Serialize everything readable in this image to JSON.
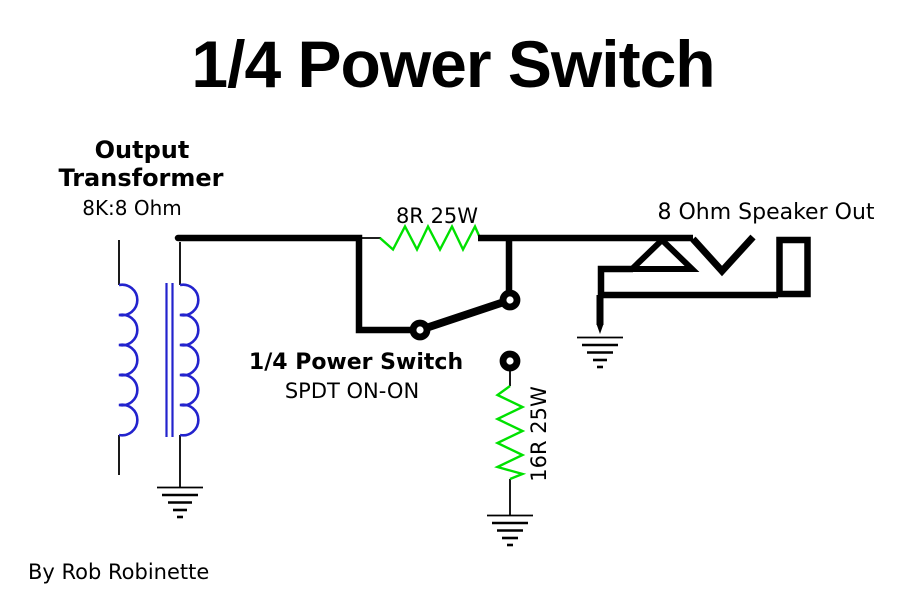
{
  "page": {
    "title": "1/4 Power Switch",
    "author_credit": "By Rob Robinette"
  },
  "transformer": {
    "label_line1": "Output",
    "label_line2": "Transformer",
    "spec": "8K:8 Ohm"
  },
  "bypass_resistor": {
    "label": "8R 25W"
  },
  "load_resistor": {
    "label": "16R 25W"
  },
  "power_switch": {
    "label": "1/4 Power Switch",
    "type": "SPDT ON-ON"
  },
  "speaker_jack": {
    "label": "8 Ohm Speaker Out"
  },
  "colors": {
    "wire": "#000000",
    "resistor_green": "#00e100",
    "coil_blue": "#2323cd"
  }
}
